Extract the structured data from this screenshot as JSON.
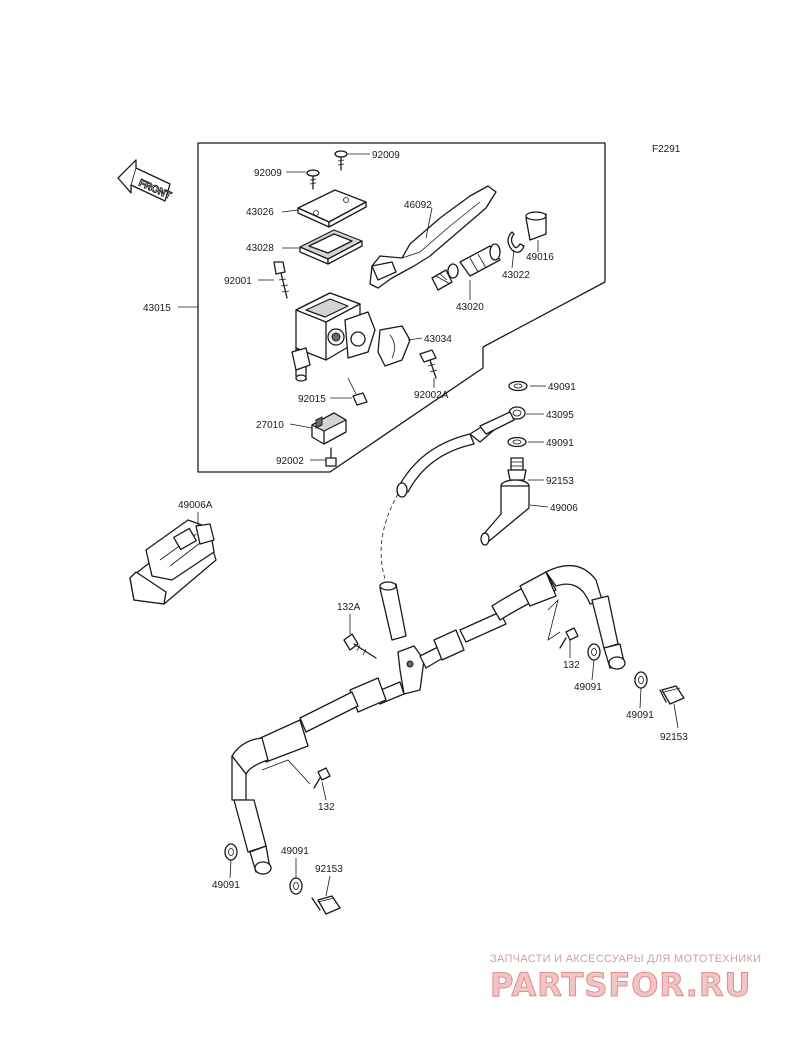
{
  "diagram_code": "F2291",
  "front_label": "FRONT",
  "part_numbers": {
    "p92009a": "92009",
    "p92009b": "92009",
    "p43026": "43026",
    "p46092": "46092",
    "p43028": "43028",
    "p92001": "92001",
    "p43015": "43015",
    "p43020": "43020",
    "p43022": "43022",
    "p49016": "49016",
    "p43034": "43034",
    "p92002A": "92002A",
    "p92015": "92015",
    "p27010": "27010",
    "p92002": "92002",
    "p49091a": "49091",
    "p43095": "43095",
    "p49091b": "49091",
    "p92153a": "92153",
    "p49006": "49006",
    "p49006A": "49006A",
    "p132A": "132A",
    "p132a": "132",
    "p49091c": "49091",
    "p49091d": "49091",
    "p92153b": "92153",
    "p132b": "132",
    "p49091e": "49091",
    "p49091f": "49091",
    "p92153c": "92153"
  },
  "watermark": {
    "tagline": "ЗАПЧАСТИ И АКСЕССУАРЫ ДЛЯ МОТОТЕХНИКИ",
    "site": "PARTSFOR.RU"
  }
}
